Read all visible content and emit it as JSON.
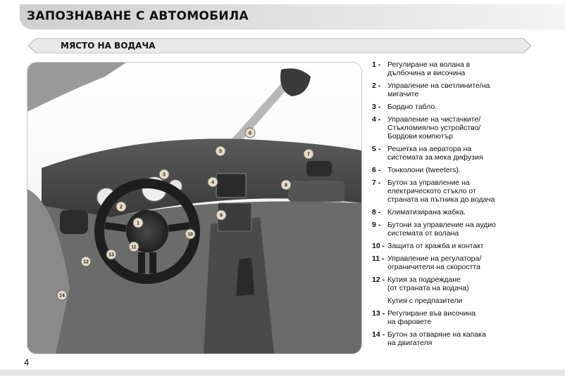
{
  "header": {
    "title": "ЗАПОЗНАВАНЕ С АВТОМОБИЛА"
  },
  "section": {
    "title": "МЯСТО НА ВОДАЧА"
  },
  "figure": {
    "callouts": [
      "1",
      "2",
      "3",
      "4",
      "5",
      "6",
      "7",
      "8",
      "9",
      "10",
      "11",
      "12",
      "13",
      "14"
    ]
  },
  "legend": [
    {
      "num": "1 -",
      "text": "Регулиране на волана в\nдълбочина и височина"
    },
    {
      "num": "2 -",
      "text": "Управление на светлините/на\nмигачите"
    },
    {
      "num": "3 -",
      "text": "Бордно табло."
    },
    {
      "num": "4 -",
      "text": "Управление на чистачките/\nСтъкломиялно устройство/\nБордови компютър"
    },
    {
      "num": "5 -",
      "text": "Решетка на аератора на\nсистемата за мека дифузия"
    },
    {
      "num": "6 -",
      "text": "Тонколони (tweeters)."
    },
    {
      "num": "7 -",
      "text": "Бутон за управление на\nелектрическото стъкло от\nстраната на пътника до водача"
    },
    {
      "num": "8 -",
      "text": "Климатизирана жабка."
    },
    {
      "num": "9 -",
      "text": "Бутони за управление на аудио\nсистемата от волана"
    },
    {
      "num": "10 -",
      "text": "Защита от кражба и контакт"
    },
    {
      "num": "11 -",
      "text": "Управление на регулатора/\nограничителя на скоростта"
    },
    {
      "num": "12 -",
      "text": "Кутия за подреждане\n(от страната на водача)"
    },
    {
      "num": "",
      "text": "Кутия с предпазители"
    },
    {
      "num": "13 -",
      "text": "Регулиране във височина\nна фаровете"
    },
    {
      "num": "14 -",
      "text": "Бутон за отваряне на капака\nна двигателя"
    }
  ],
  "footer": {
    "page_number": "4"
  }
}
